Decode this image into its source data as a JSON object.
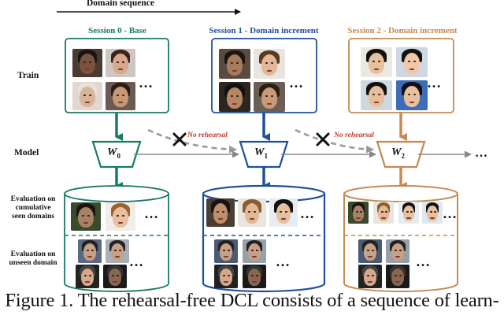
{
  "domain_sequence": "Domain sequence",
  "row_labels": {
    "train": "Train",
    "model": "Model",
    "eval_cumulative": [
      "Evaluation on",
      "cumulative",
      "seen domains"
    ],
    "eval_unseen": [
      "Evaluation on",
      "unseen domain"
    ]
  },
  "sessions": [
    {
      "title": "Session 0 - Base",
      "color": "#177a66",
      "model": "W",
      "sub": "0"
    },
    {
      "title": "Session 1 - Domain increment",
      "color": "#1f4f9c",
      "model": "W",
      "sub": "1"
    },
    {
      "title": "Session 2 - Domain increment",
      "color": "#c48a52",
      "model": "W",
      "sub": "2"
    }
  ],
  "no_rehearsal": "No rehearsal",
  "no_rehearsal_color": "#c0392b",
  "ellipsis": "…",
  "caption": "Figure 1. The rehearsal-free DCL consists of a sequence of learn-"
}
